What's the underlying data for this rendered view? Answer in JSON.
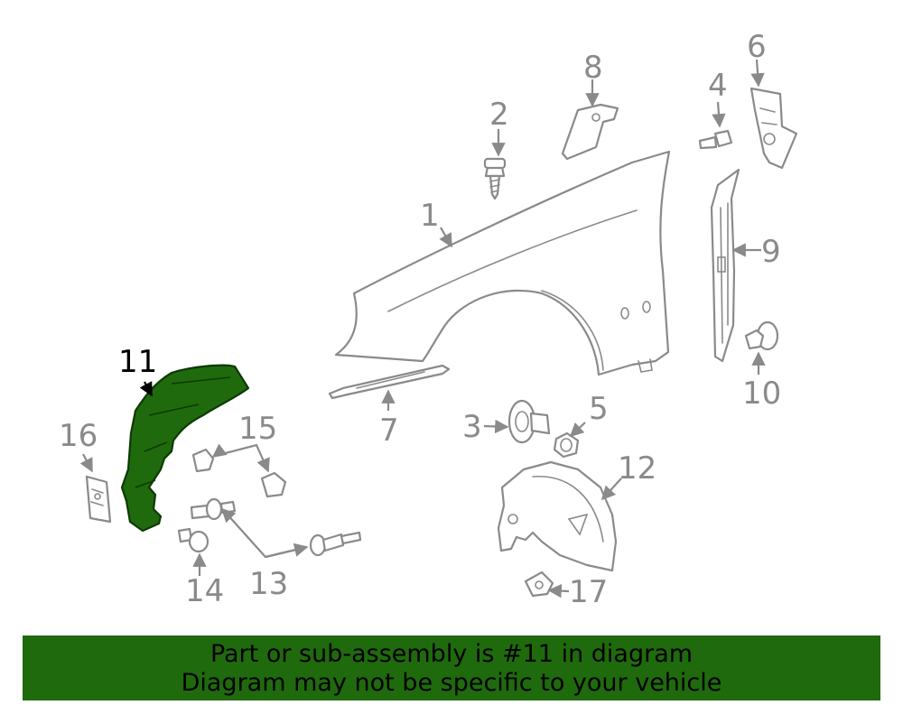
{
  "callouts": {
    "c1": "1",
    "c2": "2",
    "c3": "3",
    "c4": "4",
    "c5": "5",
    "c6": "6",
    "c7": "7",
    "c8": "8",
    "c9": "9",
    "c10": "10",
    "c11": "11",
    "c12": "12",
    "c13": "13",
    "c14": "14",
    "c15": "15",
    "c16": "16",
    "c17": "17"
  },
  "highlight": {
    "part_number": "11",
    "color": "#1f6a0d"
  },
  "banner": {
    "line1": "Part or sub-assembly is #11 in diagram",
    "line2": "Diagram may not be specific to your vehicle",
    "background": "#1f6a0d"
  }
}
